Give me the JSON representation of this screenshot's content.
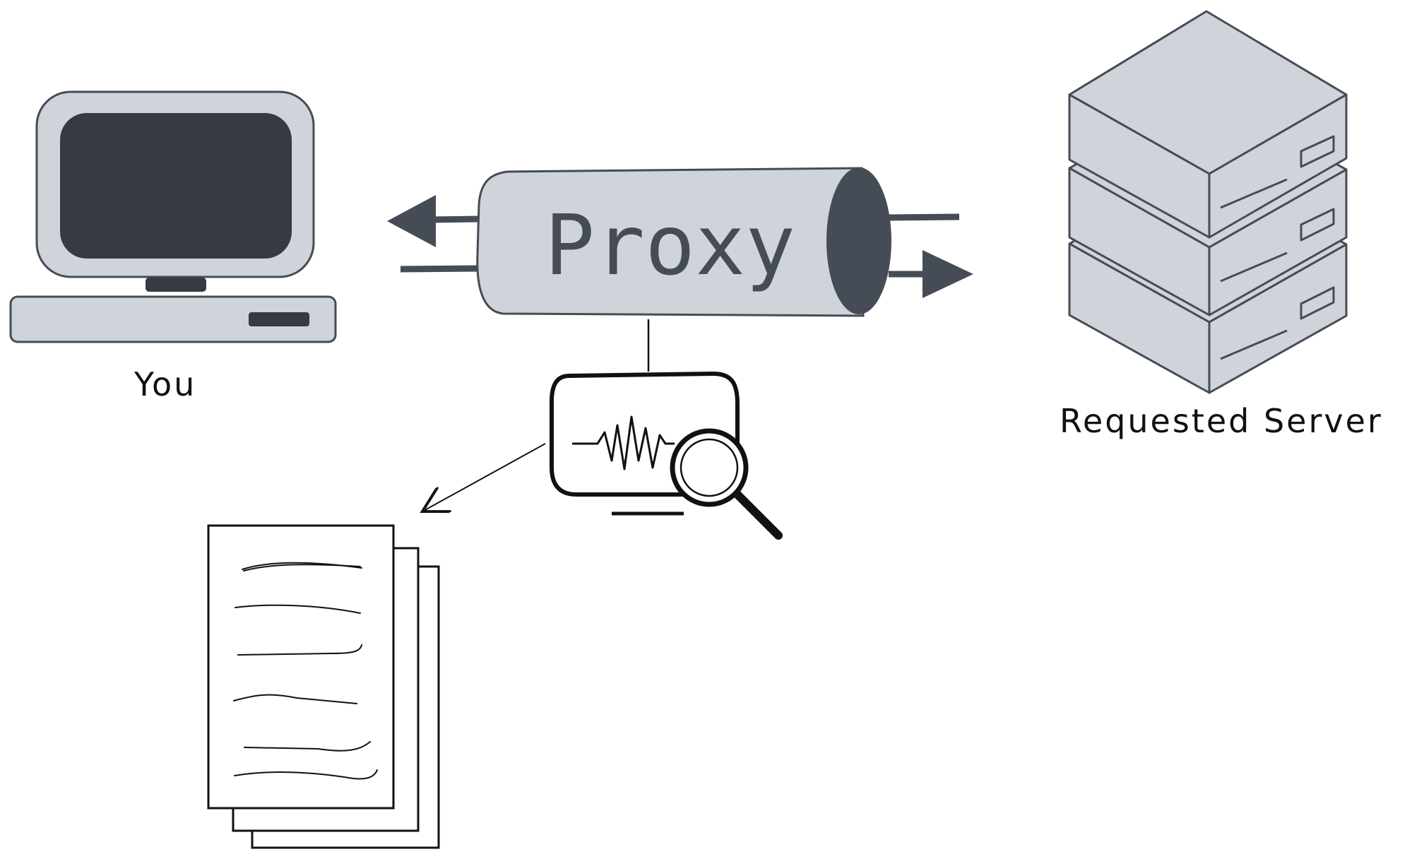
{
  "diagram": {
    "proxy_label": "Proxy",
    "client_label": "You",
    "server_label": "Requested Server"
  },
  "icons": {
    "client": "computer-icon",
    "proxy": "proxy-pipe-icon",
    "monitor": "traffic-monitor-icon",
    "magnifier": "magnifying-glass-icon",
    "logs": "document-stack-icon",
    "server": "server-stack-icon"
  },
  "colors": {
    "fill_light": "#cfd3da",
    "fill_dark": "#373a41",
    "stroke": "#454c55",
    "ink": "#111111"
  }
}
